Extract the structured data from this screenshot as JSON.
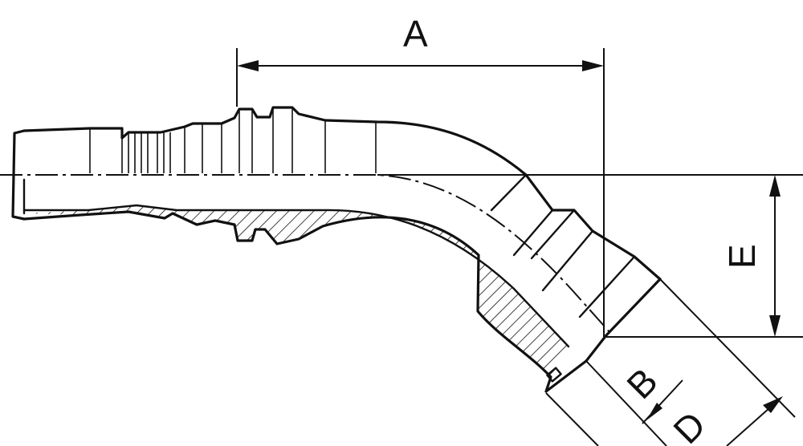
{
  "dimensions": {
    "a": "A",
    "b": "B",
    "d": "D",
    "e": "E"
  }
}
